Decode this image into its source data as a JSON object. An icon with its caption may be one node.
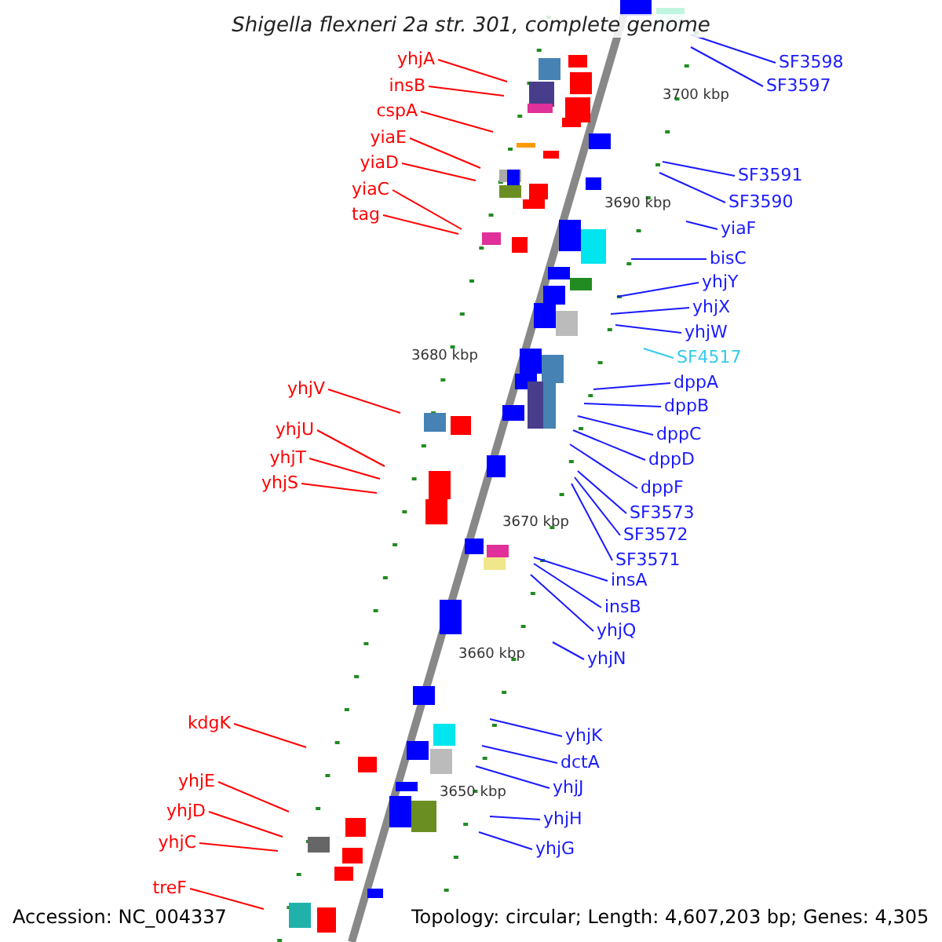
{
  "diagram": {
    "title": "Shigella flexneri 2a str. 301, complete genome",
    "nodes": [
      {
        "text": [
          "yhjA"
        ]
      },
      {
        "text": [
          "insB"
        ]
      },
      {
        "text": [
          "cspA"
        ]
      },
      {
        "text": [
          "yiaE"
        ]
      },
      {
        "text": [
          "yiaD"
        ]
      },
      {
        "text": [
          "yiaC"
        ]
      },
      {
        "text": [
          "tag"
        ]
      },
      {
        "text": [
          "yhjV"
        ]
      },
      {
        "text": [
          "yhjU"
        ]
      },
      {
        "text": [
          "yhjT"
        ]
      },
      {
        "text": [
          "yhjS"
        ]
      },
      {
        "text": [
          "kdgK"
        ]
      },
      {
        "text": [
          "yhjE"
        ]
      },
      {
        "text": [
          "yhjD"
        ]
      },
      {
        "text": [
          "yhjC"
        ]
      },
      {
        "text": [
          "treF"
        ]
      },
      {
        "text": [
          "SF3598"
        ]
      },
      {
        "text": [
          "SF3597"
        ]
      },
      {
        "text": [
          "SF3591"
        ]
      },
      {
        "text": [
          "SF3590"
        ]
      },
      {
        "text": [
          "yiaF"
        ]
      },
      {
        "text": [
          "bisC"
        ]
      },
      {
        "text": [
          "yhjY"
        ]
      },
      {
        "text": [
          "yhjX"
        ]
      },
      {
        "text": [
          "yhjW"
        ]
      },
      {
        "text": [
          "SF4517"
        ]
      },
      {
        "text": [
          "dppA"
        ]
      },
      {
        "text": [
          "dppB"
        ]
      },
      {
        "text": [
          "dppC"
        ]
      },
      {
        "text": [
          "dppD"
        ]
      },
      {
        "text": [
          "dppF"
        ]
      },
      {
        "text": [
          "SF3573"
        ]
      },
      {
        "text": [
          "SF3572"
        ]
      },
      {
        "text": [
          "SF3571"
        ]
      },
      {
        "text": [
          "insA"
        ]
      },
      {
        "text": [
          "insB"
        ]
      },
      {
        "text": [
          "yhjQ"
        ]
      },
      {
        "text": [
          "yhjN"
        ]
      },
      {
        "text": [
          "yhjK"
        ]
      },
      {
        "text": [
          "dctA"
        ]
      },
      {
        "text": [
          "yhjJ"
        ]
      },
      {
        "text": [
          "yhjH"
        ]
      },
      {
        "text": [
          "yhjG"
        ]
      }
    ],
    "edges": [
      {
        "from": 0,
        "to": null,
        "arrow": "none",
        "color": "#ff0000"
      },
      {
        "from": 1,
        "to": null,
        "arrow": "none",
        "color": "#ff0000"
      },
      {
        "from": 2,
        "to": null,
        "arrow": "none",
        "color": "#ff0000"
      },
      {
        "from": 3,
        "to": null,
        "arrow": "none",
        "color": "#ff0000"
      },
      {
        "from": 4,
        "to": null,
        "arrow": "none",
        "color": "#ff0000"
      },
      {
        "from": 5,
        "to": null,
        "arrow": "none",
        "color": "#ff0000"
      },
      {
        "from": 6,
        "to": null,
        "arrow": "none",
        "color": "#ff0000"
      },
      {
        "from": 7,
        "to": null,
        "arrow": "none",
        "color": "#ff0000"
      },
      {
        "from": 8,
        "to": null,
        "arrow": "none",
        "color": "#ff0000"
      },
      {
        "from": 9,
        "to": null,
        "arrow": "none",
        "color": "#ff0000"
      },
      {
        "from": 10,
        "to": null,
        "arrow": "none",
        "color": "#ff0000"
      },
      {
        "from": 11,
        "to": null,
        "arrow": "none",
        "color": "#ff0000"
      },
      {
        "from": 12,
        "to": null,
        "arrow": "none",
        "color": "#ff0000"
      },
      {
        "from": 13,
        "to": null,
        "arrow": "none",
        "color": "#ff0000"
      },
      {
        "from": 14,
        "to": null,
        "arrow": "none",
        "color": "#ff0000"
      },
      {
        "from": 15,
        "to": null,
        "arrow": "none",
        "color": "#ff0000"
      },
      {
        "from": 16,
        "to": null,
        "arrow": "none"
      },
      {
        "from": 17,
        "to": null,
        "arrow": "none"
      },
      {
        "from": 18,
        "to": null,
        "arrow": "none"
      },
      {
        "from": 19,
        "to": null,
        "arrow": "none"
      },
      {
        "from": 20,
        "to": null,
        "arrow": "none"
      },
      {
        "from": 21,
        "to": null,
        "arrow": "none"
      },
      {
        "from": 22,
        "to": null,
        "arrow": "none"
      },
      {
        "from": 23,
        "to": null,
        "arrow": "none"
      },
      {
        "from": 24,
        "to": null,
        "arrow": "none"
      },
      {
        "from": 25,
        "to": null,
        "arrow": "none",
        "color": "#33ccee"
      },
      {
        "from": 26,
        "to": null,
        "arrow": "none"
      },
      {
        "from": 27,
        "to": null,
        "arrow": "none"
      },
      {
        "from": 28,
        "to": null,
        "arrow": "none"
      },
      {
        "from": 29,
        "to": null,
        "arrow": "none"
      },
      {
        "from": 30,
        "to": null,
        "arrow": "none"
      },
      {
        "from": 31,
        "to": null,
        "arrow": "none"
      },
      {
        "from": 32,
        "to": null,
        "arrow": "none"
      },
      {
        "from": 33,
        "to": null,
        "arrow": "none"
      },
      {
        "from": 34,
        "to": null,
        "arrow": "none"
      },
      {
        "from": 35,
        "to": null,
        "arrow": "none"
      },
      {
        "from": 36,
        "to": null,
        "arrow": "none"
      },
      {
        "from": 37,
        "to": null,
        "arrow": "none"
      },
      {
        "from": 38,
        "to": null,
        "arrow": "none"
      },
      {
        "from": 39,
        "to": null,
        "arrow": "none"
      },
      {
        "from": 40,
        "to": null,
        "arrow": "none"
      },
      {
        "from": 41,
        "to": null,
        "arrow": "none"
      },
      {
        "from": 42,
        "to": null,
        "arrow": "none"
      }
    ],
    "labels": [
      "3700 kbp",
      "3690 kbp",
      "3680 kbp",
      "3670 kbp",
      "3660 kbp",
      "3650 kbp",
      "Accession: NC_004337",
      "Topology: circular; Length: 4,607,203 bp; Genes: 4,305"
    ]
  }
}
